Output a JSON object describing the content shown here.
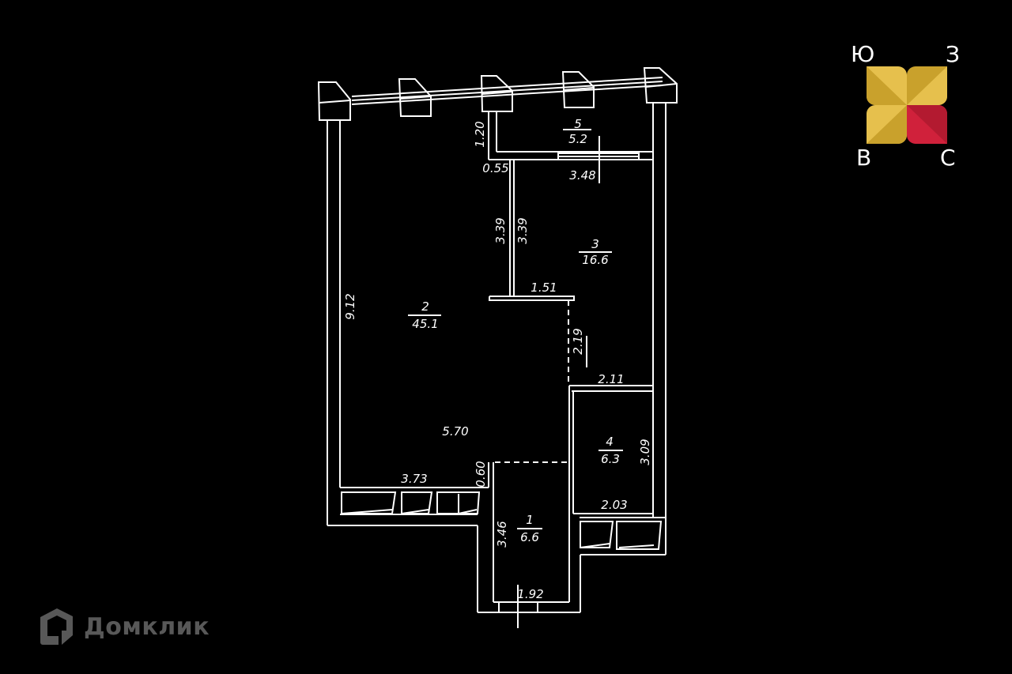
{
  "floorplan": {
    "rooms": [
      {
        "number": "1",
        "area": "6.6"
      },
      {
        "number": "2",
        "area": "45.1"
      },
      {
        "number": "3",
        "area": "16.6"
      },
      {
        "number": "4",
        "area": "6.3"
      },
      {
        "number": "5",
        "area": "5.2"
      }
    ],
    "dimensions": {
      "balcony_depth": "1.20",
      "balcony_offset": "0.55",
      "balcony_width": "3.48",
      "partition_left": "3.39",
      "partition_right": "3.39",
      "partition_stub": "1.51",
      "door_opening": "2.19",
      "room3_bottom": "2.11",
      "living_height": "9.12",
      "living_width": "5.70",
      "living_bottom": "3.73",
      "hall_offset": "0.60",
      "hall_height": "3.46",
      "hall_width": "1.92",
      "bath_height": "3.09",
      "bath_width": "2.03"
    }
  },
  "compass": {
    "north_west": "Ю",
    "north_east": "З",
    "south_west": "В",
    "south_east": "С",
    "colors": {
      "gold_light": "#e6c04d",
      "gold_dark": "#c9a12c",
      "red": "#d0213b",
      "red_dark": "#b31a30"
    }
  },
  "brand": {
    "name": "Домклик",
    "color": "#585858"
  }
}
